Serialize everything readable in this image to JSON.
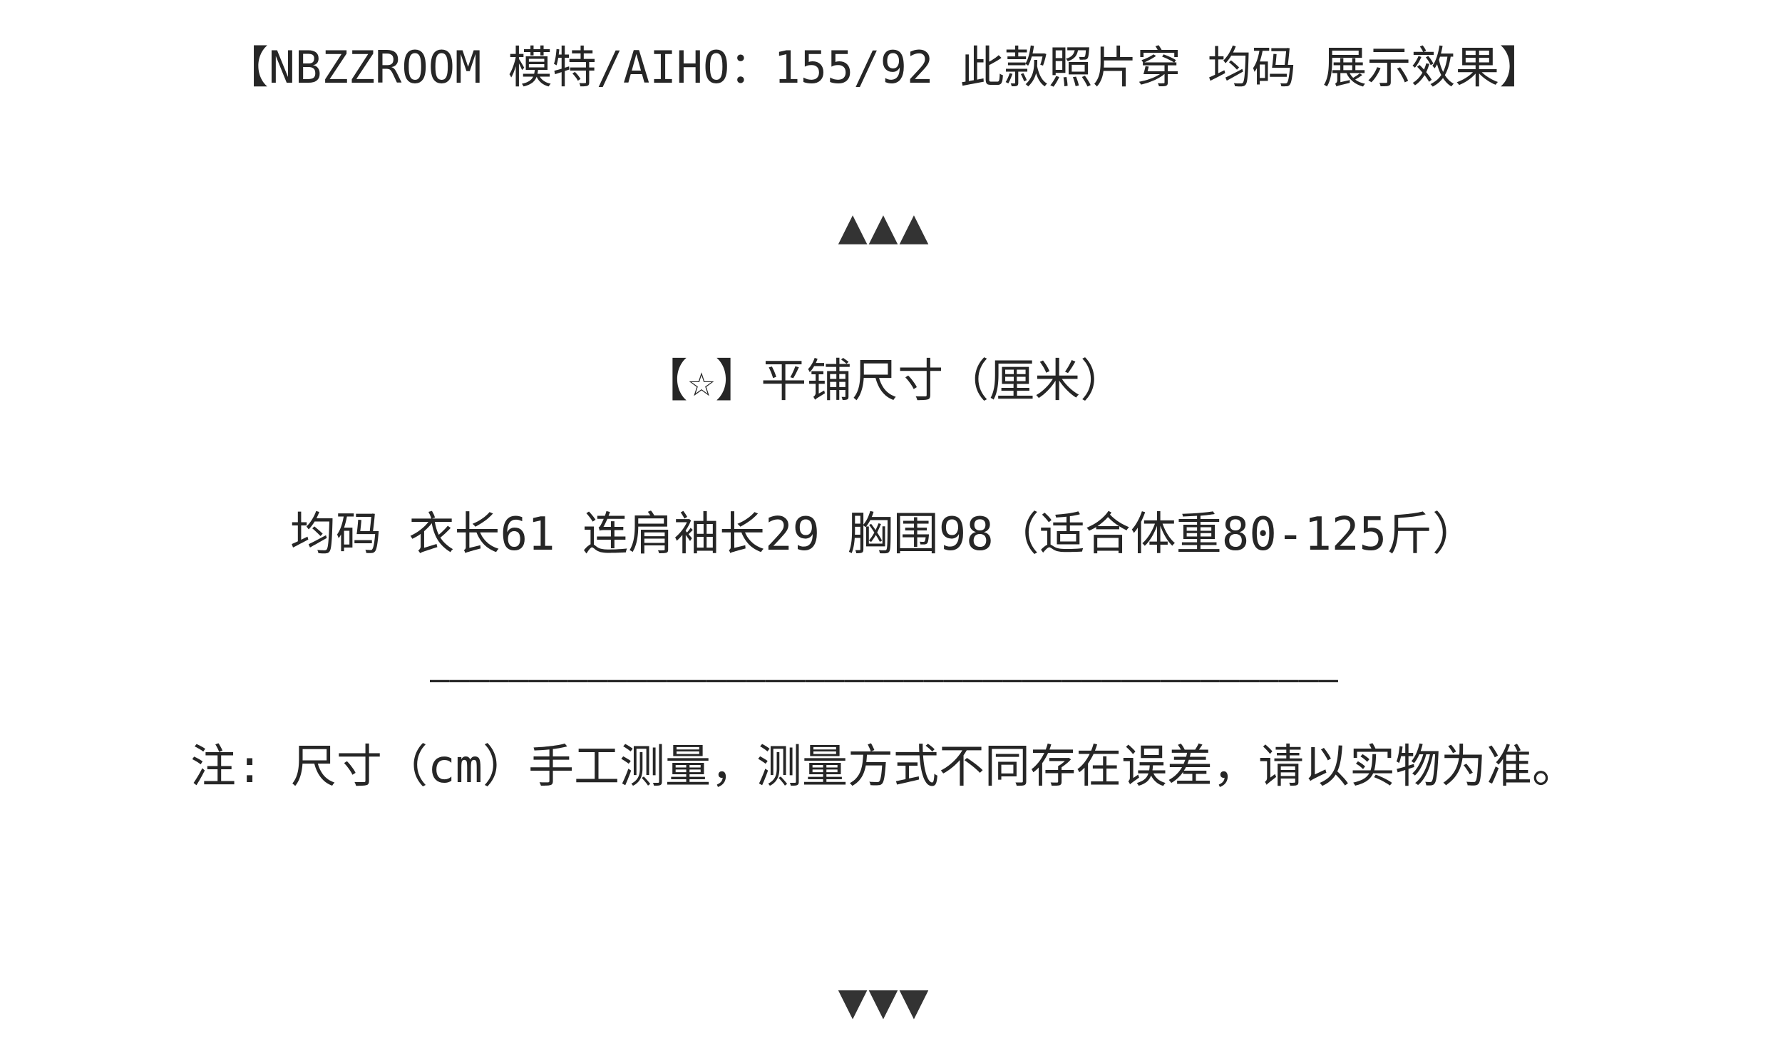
{
  "title": "【NBZZROOM 模特/AIHO：155/92 此款照片穿 均码 展示效果】",
  "arrows_up": "▲▲▲",
  "size_heading": "【☆】平铺尺寸（厘米）",
  "size_row": "均码 衣长61 连肩袖长29 胸围98（适合体重80-125斤）",
  "divider": "——————————————————————————————————————————————",
  "note": "注: 尺寸（cm）手工测量，测量方式不同存在误差，请以实物为准。",
  "arrows_down": "▼▼▼"
}
